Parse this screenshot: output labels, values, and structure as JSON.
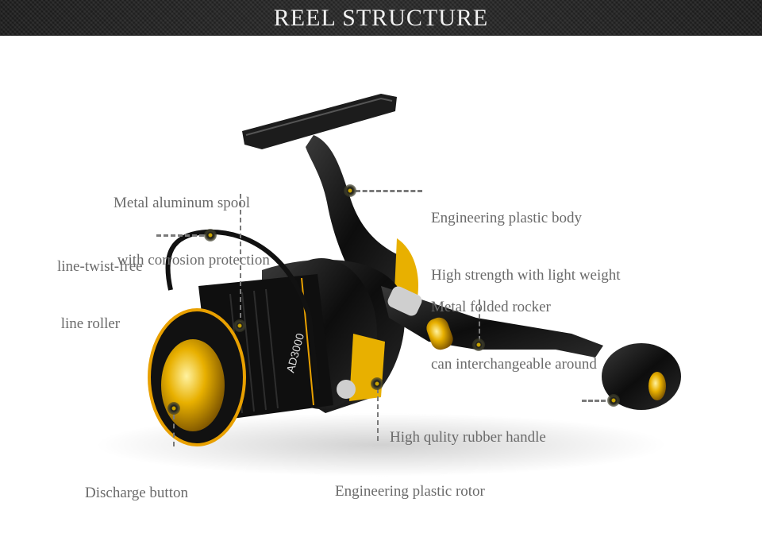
{
  "banner": {
    "title": "REEL STRUCTURE"
  },
  "diagram": {
    "subject": "spinning fishing reel",
    "model_marking": "AD3000",
    "labels": [
      {
        "id": "spool",
        "line1": "Metal aluminum spool",
        "line2": " with corrosion protection"
      },
      {
        "id": "line-roller",
        "line1": "line-twist-free",
        "line2": " line roller"
      },
      {
        "id": "body",
        "line1": "Engineering plastic body",
        "line2": "High strength with light weight"
      },
      {
        "id": "rocker",
        "line1": "Metal folded rocker",
        "line2": "can interchangeable around"
      },
      {
        "id": "handle",
        "line1": "High qulity rubber handle"
      },
      {
        "id": "discharge",
        "line1": "Discharge button"
      },
      {
        "id": "rotor",
        "line1": "Engineering plastic rotor"
      }
    ]
  },
  "colors": {
    "banner_bg": "#222222",
    "banner_text": "#f2f2f2",
    "label_text": "#6a6a6a",
    "accent_gold": "#e8b000",
    "reel_black": "#111111"
  }
}
